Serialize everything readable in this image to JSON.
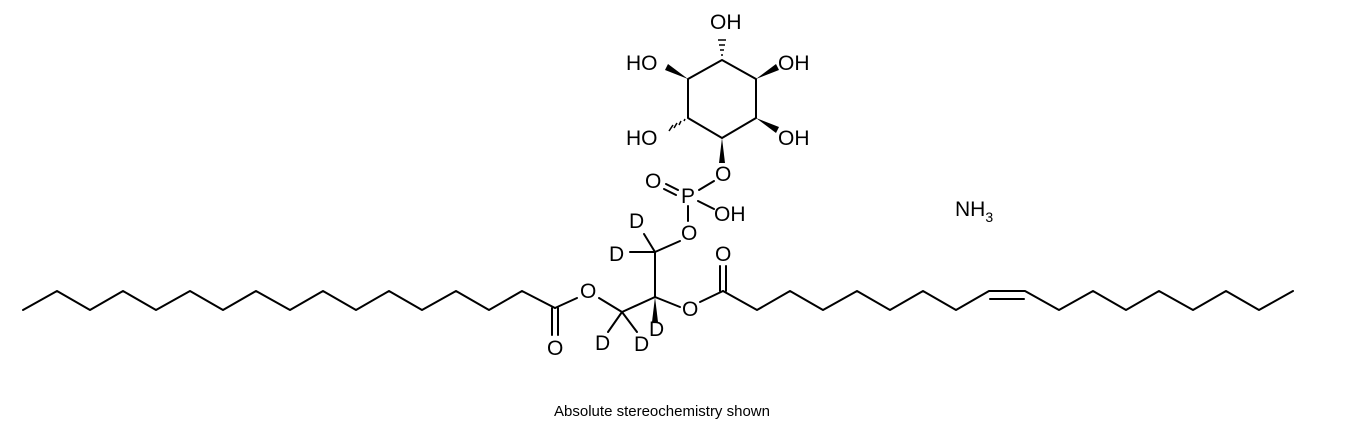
{
  "molecule": {
    "atoms": {
      "oh_top": "OH",
      "ho_left_upper": "HO",
      "oh_right_upper": "OH",
      "ho_left_lower": "HO",
      "oh_right_lower": "OH",
      "o_ring_link": "O",
      "p": "P",
      "o_double_p": "O",
      "oh_p": "OH",
      "o_p_glycerol": "O",
      "d1": "D",
      "d2": "D",
      "d3": "D",
      "d4": "D",
      "d5": "D",
      "o_ester_left": "O",
      "o_carbonyl_left": "O",
      "o_ester_right": "O",
      "o_carbonyl_right": "O"
    },
    "counterion": {
      "main": "NH",
      "subscript": "3"
    }
  },
  "caption": "Absolute stereochemistry shown"
}
